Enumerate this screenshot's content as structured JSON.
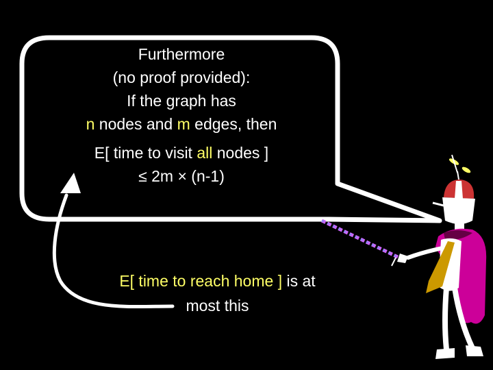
{
  "bubble": {
    "line1": "Furthermore",
    "line2": "(no proof provided):",
    "line3": "If the graph has",
    "line4": {
      "n": "n",
      "part1": " nodes and ",
      "m": "m",
      "part2": " edges, then"
    },
    "line5": {
      "part1": "E[ time to visit ",
      "all": "all",
      "part2": " nodes ]"
    },
    "line6": "≤ 2m × (n-1)"
  },
  "caption": {
    "highlight": "E[ time to reach home ]",
    "rest": " is at",
    "line2": "most this"
  },
  "colors": {
    "background": "#000000",
    "text": "#ffffff",
    "highlight": "#ffff66",
    "bubble_fill": "#000000",
    "bubble_stroke": "#ffffff",
    "pointer_stick": "#cc66ff",
    "cape": "#cc0099",
    "hat": "#cc3333",
    "tie": "#cc9900"
  }
}
